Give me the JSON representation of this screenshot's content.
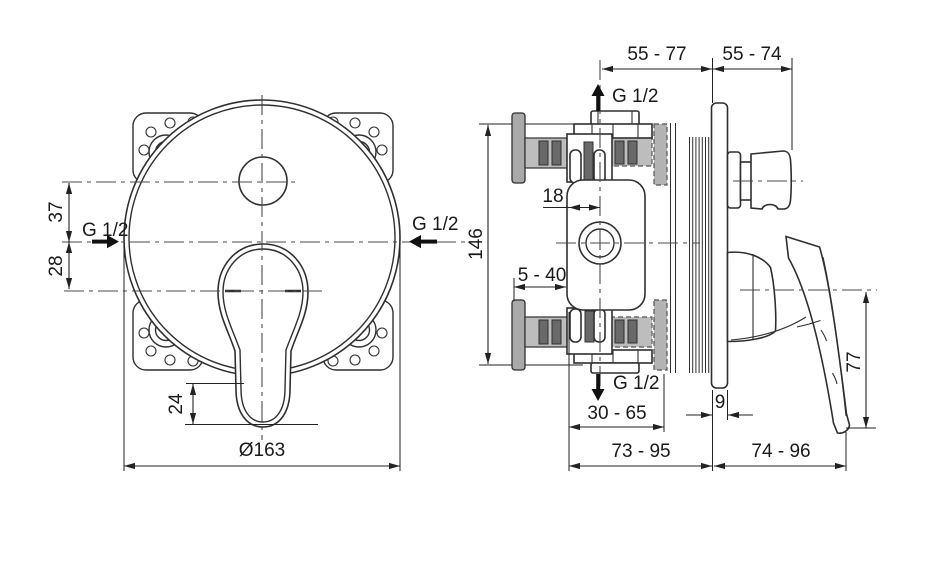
{
  "drawing": {
    "type": "technical-installation-diagram",
    "product": "concealed single-lever shower mixer",
    "colors": {
      "background": "#ffffff",
      "line": "#2f2f2f",
      "centerline": "#4a4a4a",
      "gray_light": "#bdbdbd",
      "gray_mid": "#a9a9a9",
      "gray_dark": "#696969",
      "text": "#1a1a1a"
    },
    "front_view": {
      "plate_diameter": "Ø163",
      "button_offset": "37",
      "handle_offset": "28",
      "lever_tip_length": "24",
      "thread_left": "G 1/2",
      "thread_right": "G 1/2"
    },
    "side_view": {
      "rough_in_depth": "55 - 77",
      "trim_projection": "55 - 74",
      "body_height": "146",
      "port_offset": "18",
      "wall_range": "5 - 40",
      "depth_range": "30 - 65",
      "plate_thickness": "9",
      "depth_total_left": "73 - 95",
      "projection_total_right": "74 - 96",
      "lever_drop": "77",
      "thread_top": "G 1/2",
      "thread_bottom": "G 1/2"
    }
  }
}
